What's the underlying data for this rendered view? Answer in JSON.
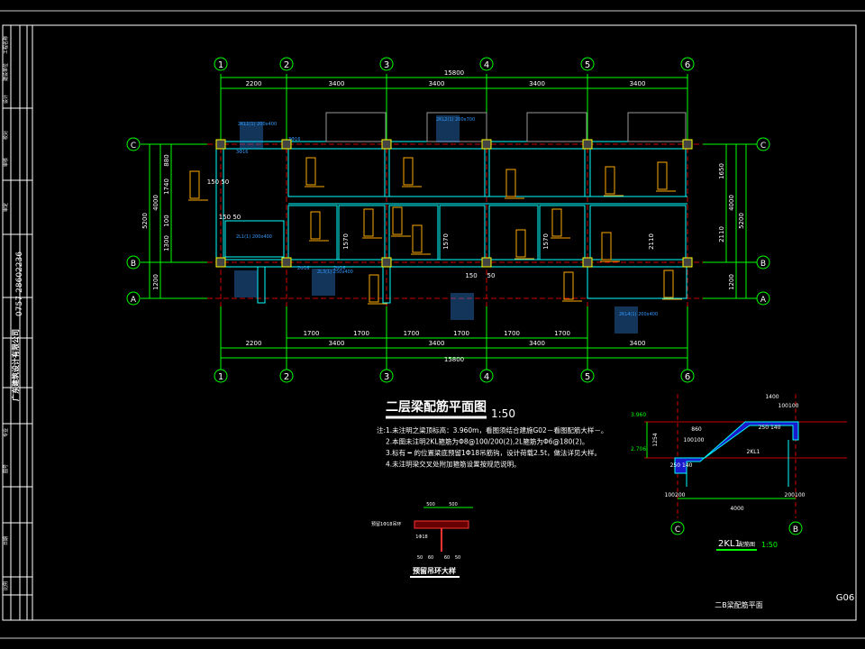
{
  "title_block": {
    "phone": "0757-28602236",
    "company": "广东建筑设计有限公司",
    "rows": [
      "工程名称",
      "建设单位",
      "设计",
      "校对",
      "审核",
      "审定",
      "专业",
      "图号",
      "日期",
      "比例"
    ]
  },
  "plan": {
    "col_axes": [
      "1",
      "2",
      "3",
      "4",
      "5",
      "6"
    ],
    "row_axes": [
      "C",
      "B",
      "A"
    ],
    "top_overall": "15800",
    "top_segments": [
      "2200",
      "3400",
      "3400",
      "3400",
      "3400"
    ],
    "bottom_sub": [
      "1700",
      "1700",
      "1700",
      "1700",
      "1700",
      "1700"
    ],
    "bottom_segments": [
      "2200",
      "3400",
      "3400",
      "3400",
      "3400"
    ],
    "bottom_overall": "15800",
    "left_overall": "5200",
    "left_mid": "4000",
    "left_parts": [
      "880",
      "1740",
      "100",
      "1300"
    ],
    "left_bottom": "1200",
    "right_overall": "5200",
    "right_mid": "4000",
    "right_parts": [
      "1650",
      "2110"
    ],
    "right_bottom": "1200",
    "inner_labels": [
      "150 50",
      "150 50",
      "1570",
      "1570",
      "1570",
      "2110",
      "150",
      "50"
    ],
    "beam_labels": [
      "2KL1(1) 200x400",
      "2KL2(1) 200x700",
      "2L1(1) 200x400",
      "2L3(1) 250x400",
      "2KL4(1) 200x400",
      "3Φ16",
      "3Φ16",
      "2Φ16",
      "2Φ16"
    ]
  },
  "drawing": {
    "title": "二层梁配筋平面图",
    "scale": "1:50",
    "notes": [
      "注:1.未注明之梁顶标高：3.960m，看图须结合建施G02－看图配筋大样－。",
      "2.本图未注明2KL箍筋为Φ8@100/200(2),2L箍筋为Φ6@180(2)。",
      "3.标有 ━ 的位置梁底预留1Φ18吊筋钩，设计荷载2.5t，做法详见大样。",
      "4.未注明梁交叉处附加箍筋设置按规范说明。"
    ]
  },
  "detail_hook": {
    "title": "预留吊环大样",
    "labels": [
      "500",
      "500",
      "预留1Φ18吊环",
      "1Φ18",
      "50",
      "60",
      "60",
      "50"
    ]
  },
  "section": {
    "title": "2KL1",
    "subtitle": "配筋图",
    "scale": "1:50",
    "axes": [
      "C",
      "B"
    ],
    "elev_top": "3.960",
    "elev_bottom": "2.706",
    "height": "1254",
    "labels": [
      "1400",
      "100100",
      "860",
      "100100",
      "250 140",
      "250 140",
      "100200",
      "200100",
      "4000",
      "2KL1"
    ]
  },
  "sheet": {
    "number": "G06",
    "name": "二B梁配筋平面"
  },
  "colors": {
    "grid": "#00ff00",
    "beam": "#00ffff",
    "axis": "#cc0000",
    "rebar": "#ffaa00",
    "column": "#ffff00",
    "label": "#3399ff"
  }
}
